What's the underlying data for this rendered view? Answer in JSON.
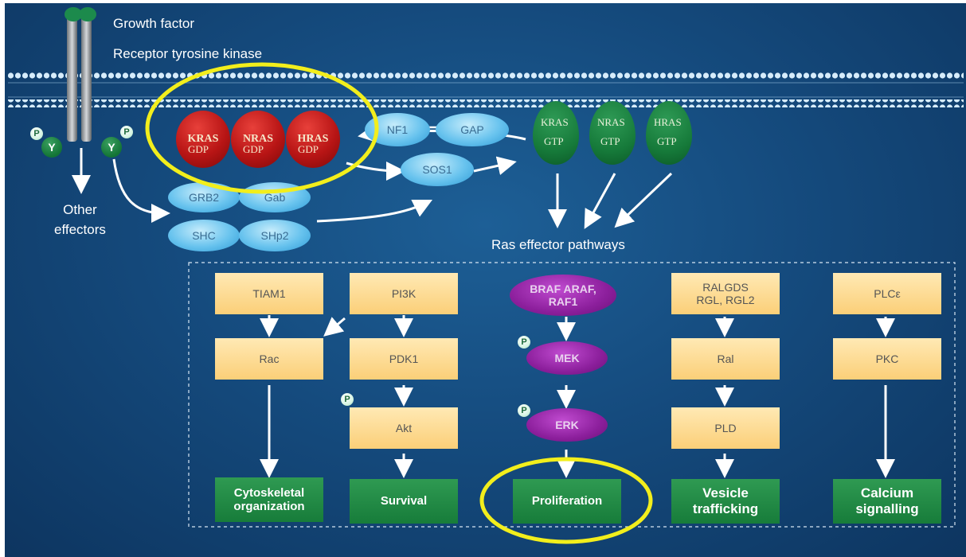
{
  "labels": {
    "growth_factor": "Growth factor",
    "receptor": "Receptor tyrosine kinase",
    "other_effectors": "Other\neffectors",
    "ras_effector_pathways": "Ras effector pathways"
  },
  "badges": {
    "phospho": "P",
    "tyrosine": "Y"
  },
  "ras_gdp": [
    {
      "name": "KRAS",
      "state": "GDP"
    },
    {
      "name": "NRAS",
      "state": "GDP"
    },
    {
      "name": "HRAS",
      "state": "GDP"
    }
  ],
  "ras_gtp": [
    {
      "name": "KRAS",
      "state": "GTP"
    },
    {
      "name": "NRAS",
      "state": "GTP"
    },
    {
      "name": "HRAS",
      "state": "GTP"
    }
  ],
  "regulators": {
    "nf1": "NF1",
    "gap": "GAP",
    "sos1": "SOS1"
  },
  "adaptors": {
    "grb2": "GRB2",
    "gab": "Gab",
    "shc": "SHC",
    "shp2": "SHp2"
  },
  "pathways": {
    "tiam1": "TIAM1",
    "rac": "Rac",
    "pi3k": "PI3K",
    "pdk1": "PDK1",
    "akt": "Akt",
    "raf": "BRAF ARAF,\nRAF1",
    "mek": "MEK",
    "erk": "ERK",
    "ralgds": "RALGDS\nRGL, RGL2",
    "ral": "Ral",
    "pld": "PLD",
    "plc": "PLCε",
    "pkc": "PKC"
  },
  "outcomes": {
    "cytoskeletal": "Cytoskeletal\norganization",
    "survival": "Survival",
    "proliferation": "Proliferation",
    "vesicle": "Vesicle\ntrafficking",
    "calcium": "Calcium\nsignalling"
  },
  "colors": {
    "background": "#154b7e",
    "highlight_circle": "#f2ee1c",
    "ras_gdp": "#b81515",
    "ras_gtp": "#167a3a",
    "effector_box": "#fbcf78",
    "outcome_box": "#177c3a",
    "raf_kinases": "#8c1f9c",
    "regulators": "#68c3ee"
  }
}
